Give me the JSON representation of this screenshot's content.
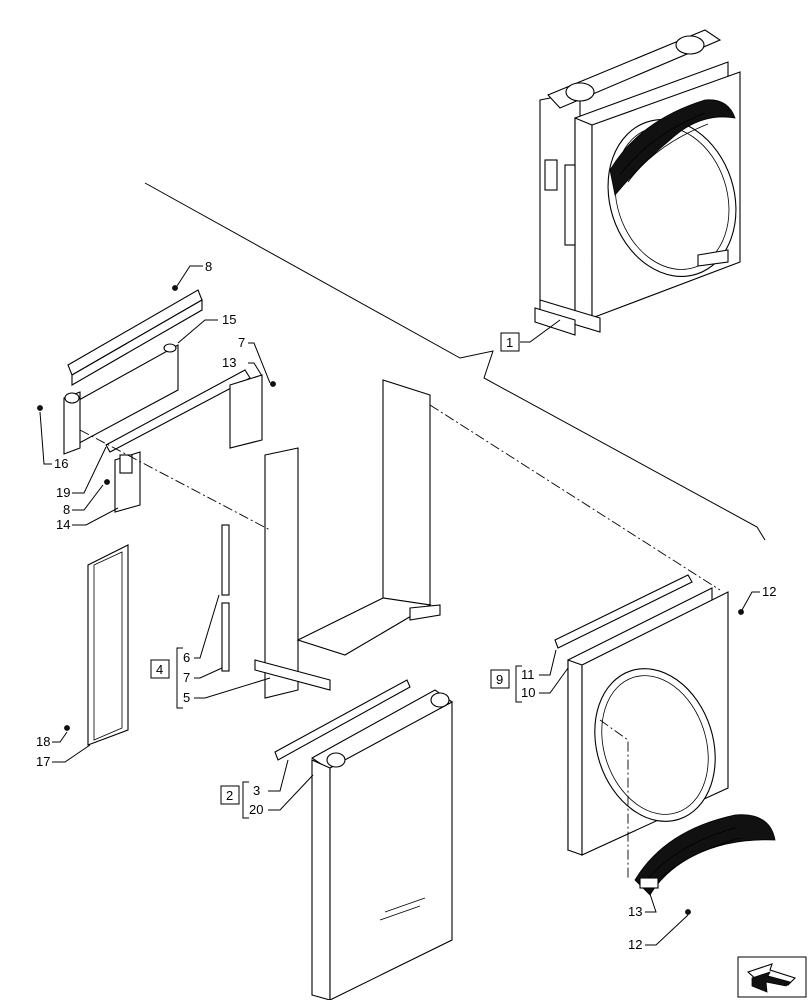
{
  "callouts": {
    "c8a": "8",
    "c15": "15",
    "c7a": "7",
    "c13a": "13",
    "c16": "16",
    "c19": "19",
    "c8b": "8",
    "c14": "14",
    "c6": "6",
    "c7b": "7",
    "c5": "5",
    "c18": "18",
    "c17": "17",
    "c3": "3",
    "c20": "20",
    "c11": "11",
    "c10": "10",
    "c12a": "12",
    "c13b": "13",
    "c12b": "12"
  },
  "groups": {
    "g1": "1",
    "g4": "4",
    "g2": "2",
    "g9": "9"
  },
  "icons": {
    "nav": "next-arrow-icon"
  }
}
